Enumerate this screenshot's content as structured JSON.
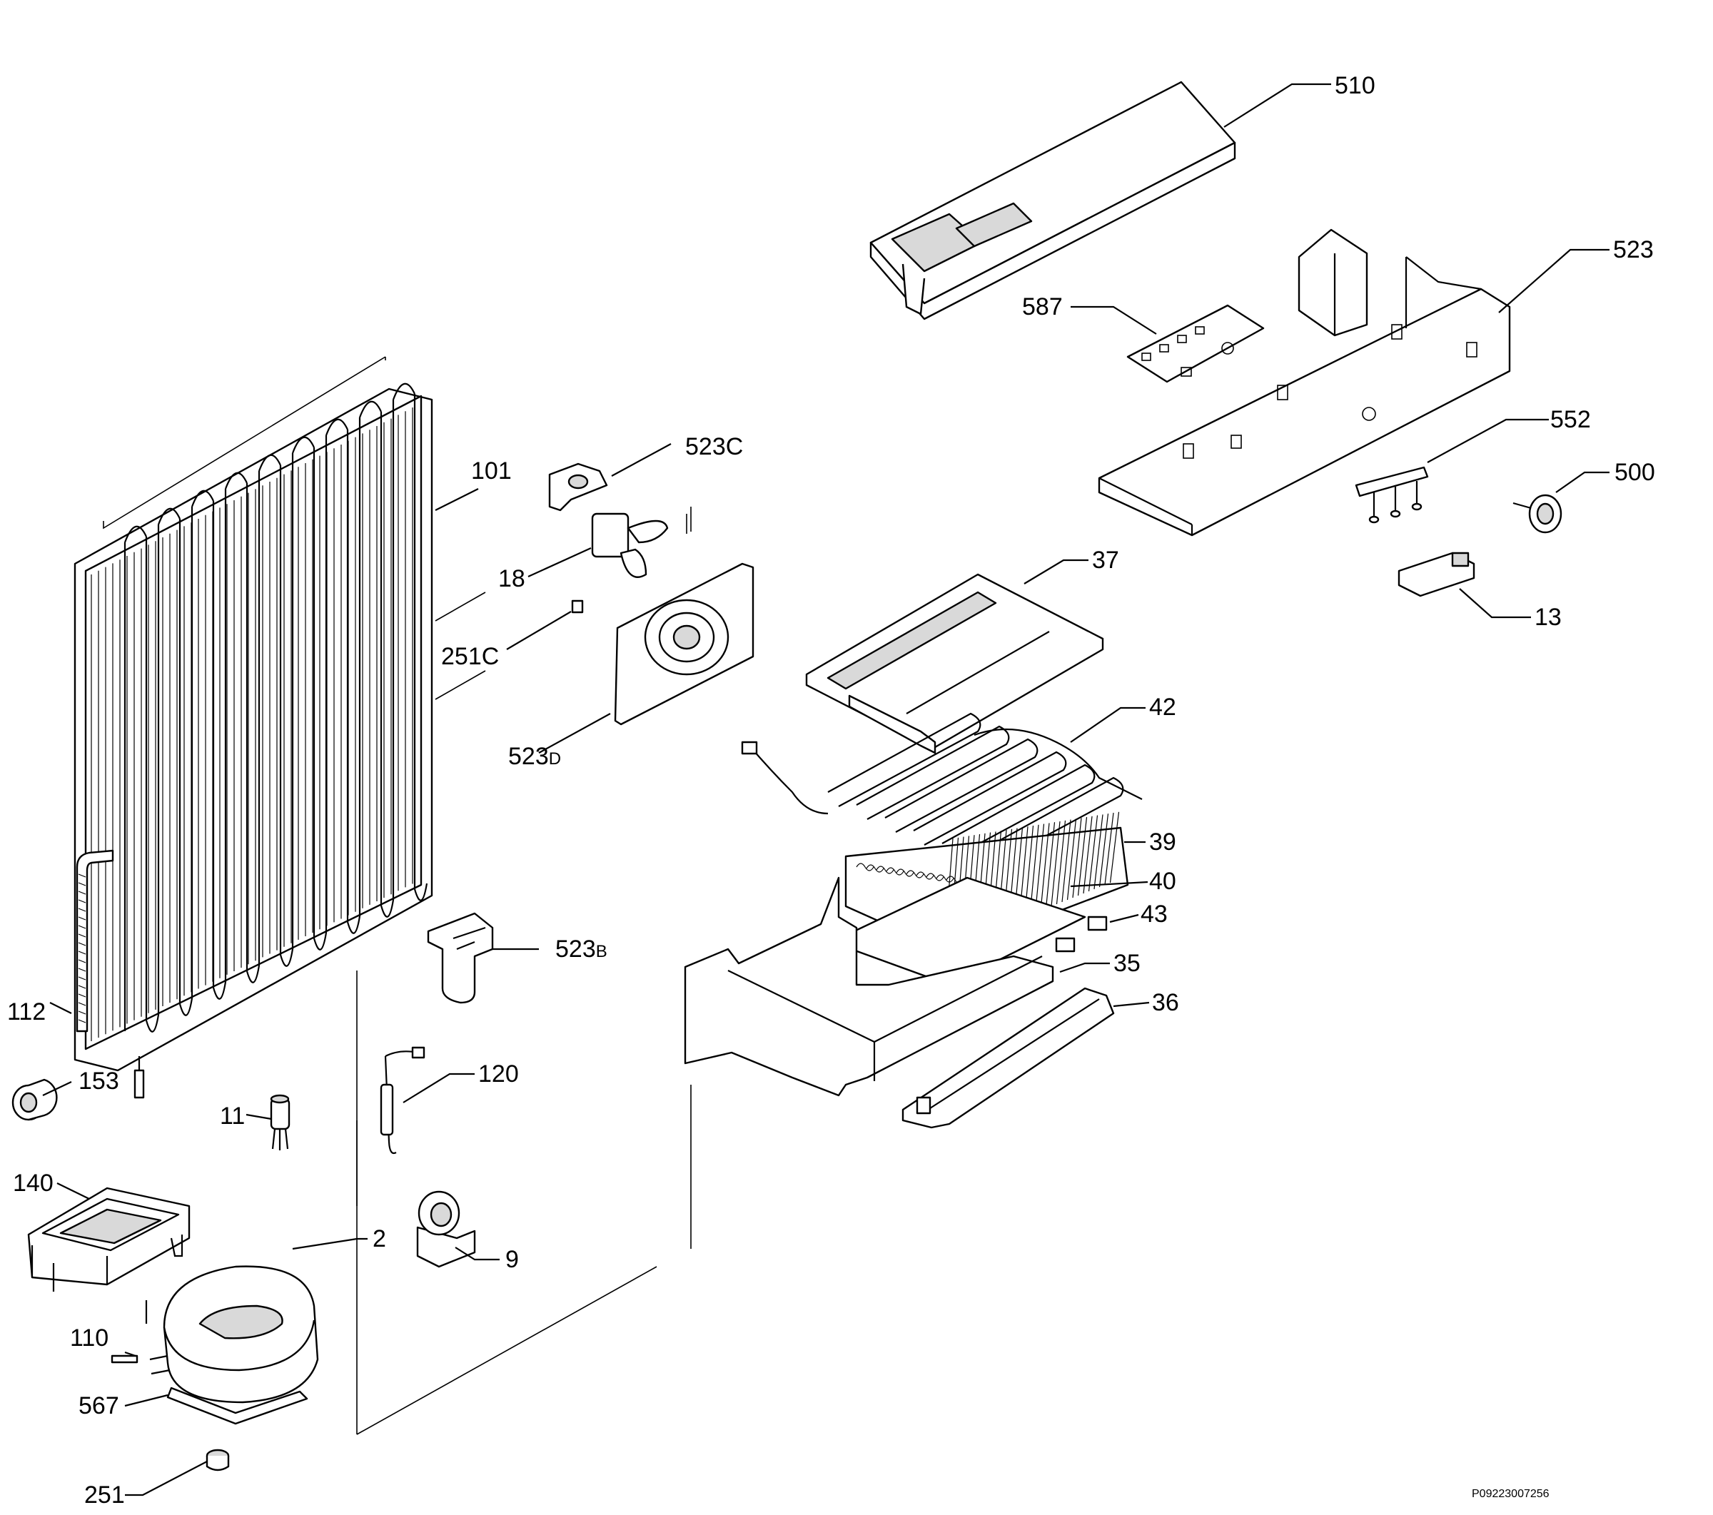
{
  "drawing_code": "P09223007256",
  "labels": [
    {
      "id": "510",
      "text": "510"
    },
    {
      "id": "523",
      "text": "523"
    },
    {
      "id": "587",
      "text": "587"
    },
    {
      "id": "552",
      "text": "552"
    },
    {
      "id": "500",
      "text": "500"
    },
    {
      "id": "13",
      "text": "13"
    },
    {
      "id": "37",
      "text": "37"
    },
    {
      "id": "42",
      "text": "42"
    },
    {
      "id": "39",
      "text": "39"
    },
    {
      "id": "40",
      "text": "40"
    },
    {
      "id": "43",
      "text": "43"
    },
    {
      "id": "35",
      "text": "35"
    },
    {
      "id": "36",
      "text": "36"
    },
    {
      "id": "101",
      "text": "101"
    },
    {
      "id": "18",
      "text": "18"
    },
    {
      "id": "112",
      "text": "112"
    },
    {
      "id": "153",
      "text": "153"
    },
    {
      "id": "11",
      "text": "11"
    },
    {
      "id": "120",
      "text": "120"
    },
    {
      "id": "140",
      "text": "140"
    },
    {
      "id": "2",
      "text": "2"
    },
    {
      "id": "9",
      "text": "9"
    },
    {
      "id": "110",
      "text": "110"
    },
    {
      "id": "567",
      "text": "567"
    },
    {
      "id": "251",
      "text": "251"
    }
  ],
  "compound_labels": [
    {
      "id": "523C",
      "main": "523",
      "suffix": "C"
    },
    {
      "id": "251C",
      "main": "251",
      "suffix": "C"
    },
    {
      "id": "523D",
      "main": "523",
      "suffix": "D"
    },
    {
      "id": "523B",
      "main": "523",
      "suffix": "B"
    }
  ]
}
